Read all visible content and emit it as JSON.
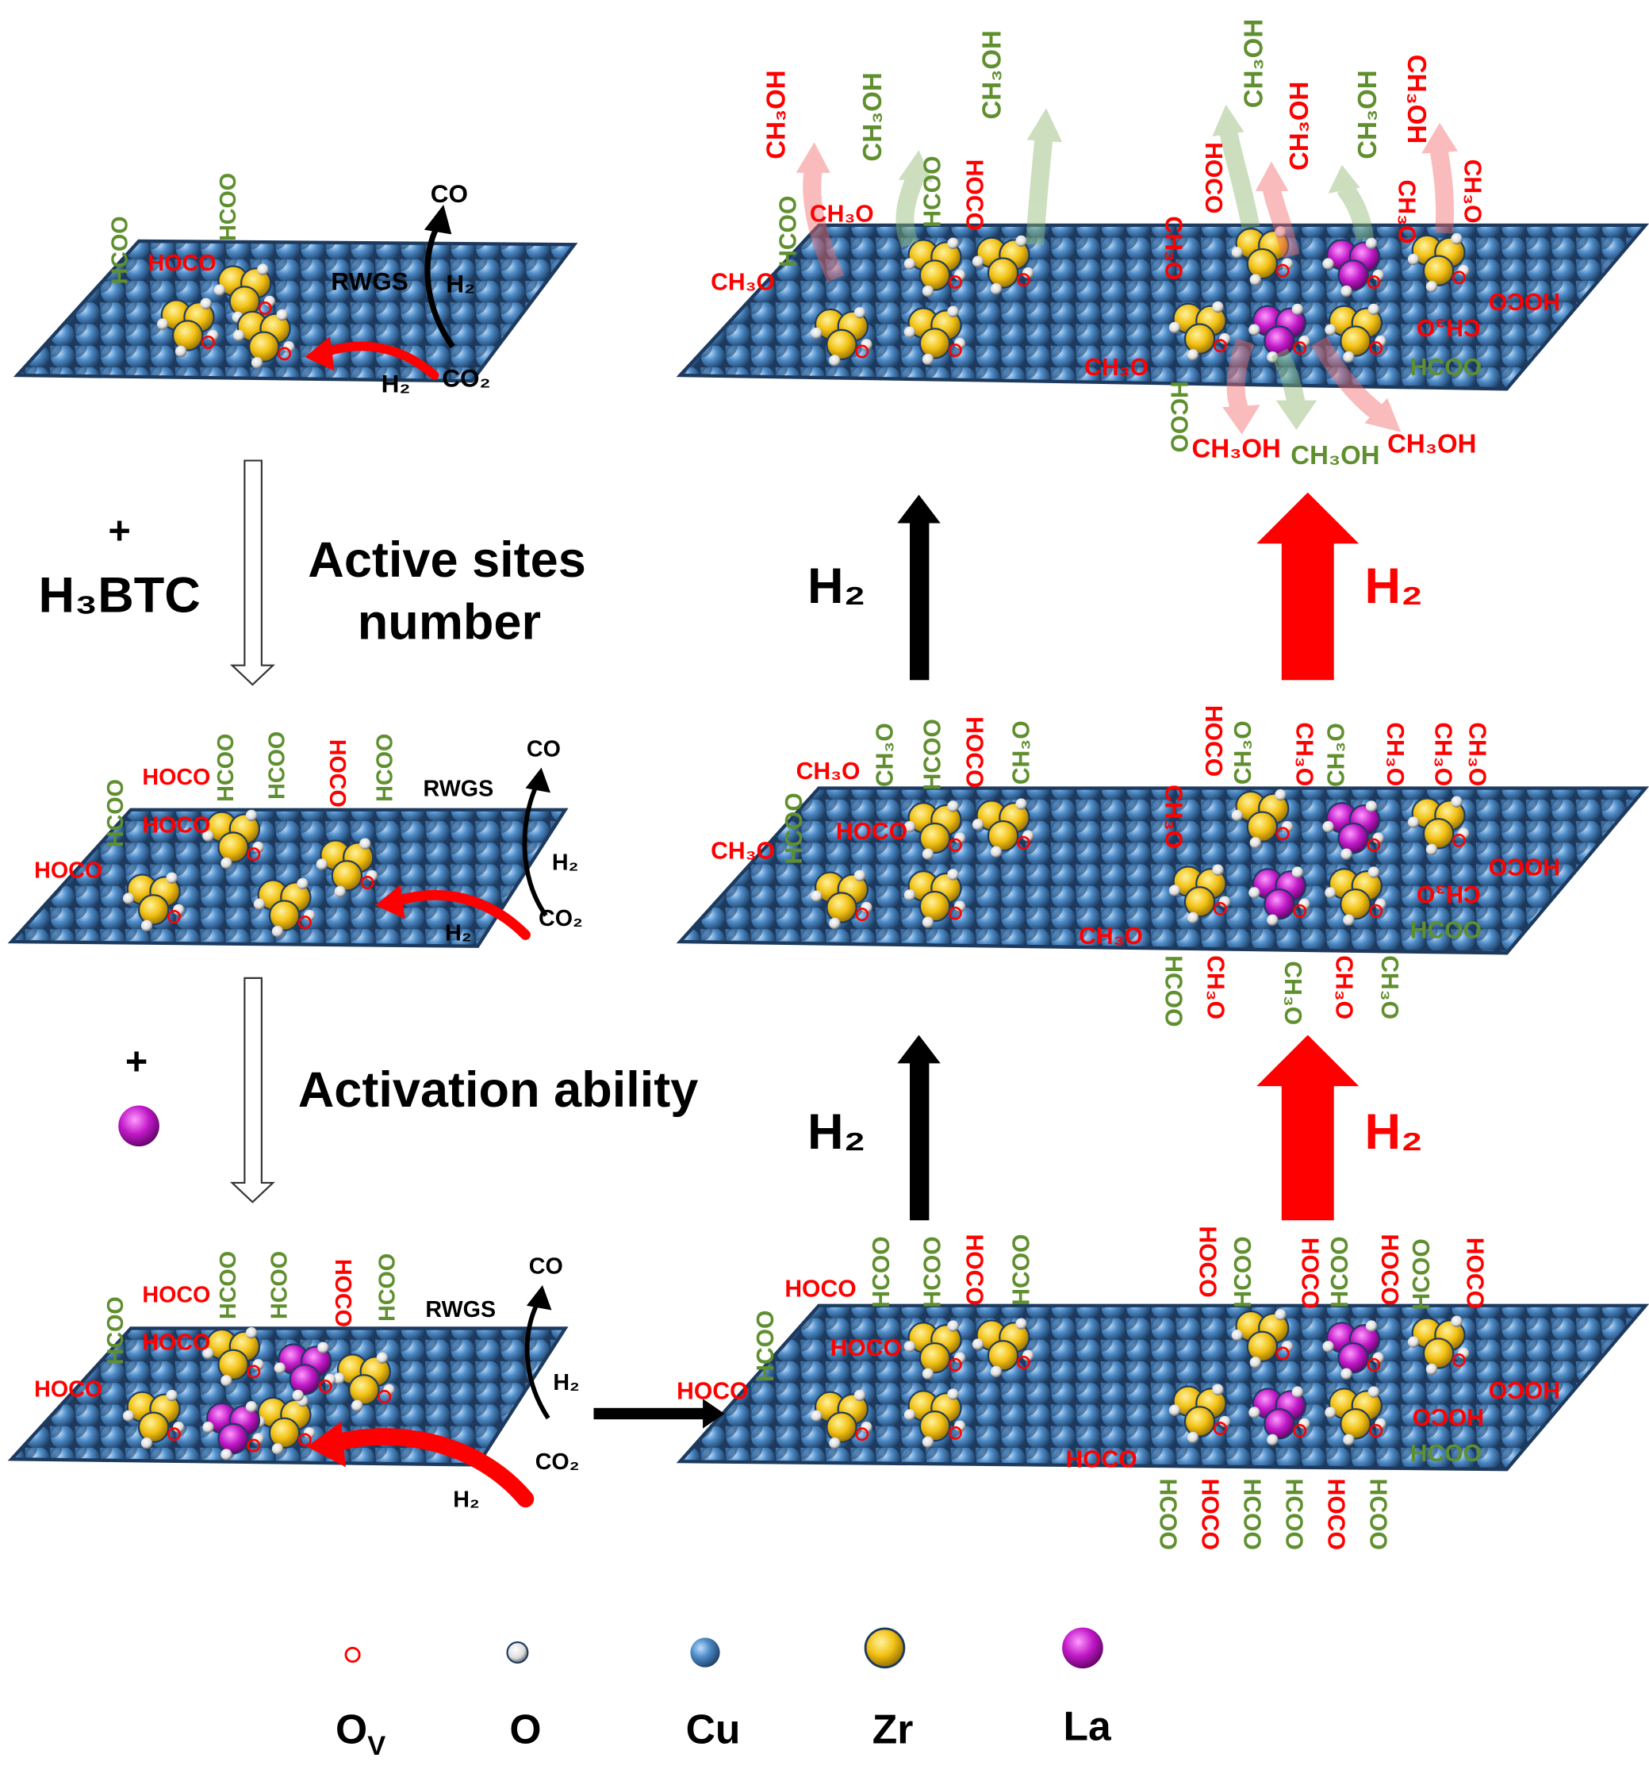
{
  "colors": {
    "red": "#ff0000",
    "green": "#5f8f2f",
    "black": "#000000",
    "cu": "#4a86c0",
    "zr": "#f2c012",
    "la": "#c21ac8"
  },
  "left_panels": [
    {
      "labels": [
        {
          "t": "HCOO",
          "c": "green"
        },
        {
          "t": "HCOO",
          "c": "green"
        },
        {
          "t": "HOCO",
          "c": "red"
        }
      ],
      "co": "CO",
      "rwgs": "RWGS",
      "h2_top": "H₂",
      "co2": "CO₂",
      "h2_bottom": "H₂"
    },
    {
      "labels": [
        {
          "t": "HCOO",
          "c": "green"
        },
        {
          "t": "HCOO",
          "c": "green"
        },
        {
          "t": "HOCO",
          "c": "red"
        },
        {
          "t": "HCOO",
          "c": "green"
        },
        {
          "t": "HOCO",
          "c": "red"
        },
        {
          "t": "HOCO",
          "c": "red"
        },
        {
          "t": "HCOO",
          "c": "green"
        },
        {
          "t": "HOCO",
          "c": "red"
        }
      ],
      "co": "CO",
      "rwgs": "RWGS",
      "h2_top": "H₂",
      "co2": "CO₂",
      "h2_bottom": "H₂"
    },
    {
      "labels": [
        {
          "t": "HCOO",
          "c": "green"
        },
        {
          "t": "HCOO",
          "c": "green"
        },
        {
          "t": "HOCO",
          "c": "red"
        },
        {
          "t": "HCOO",
          "c": "green"
        },
        {
          "t": "HOCO",
          "c": "red"
        },
        {
          "t": "HOCO",
          "c": "red"
        },
        {
          "t": "HCOO",
          "c": "green"
        },
        {
          "t": "HOCO",
          "c": "red"
        }
      ],
      "co": "CO",
      "rwgs": "RWGS",
      "h2_top": "H₂",
      "co2": "CO₂",
      "h2_bottom": "H₂"
    }
  ],
  "right_panels": [
    {
      "labels": [
        {
          "t": "CH₃OH",
          "c": "red"
        },
        {
          "t": "CH₃OH",
          "c": "green"
        },
        {
          "t": "CH₃OH",
          "c": "green"
        },
        {
          "t": "CH₃OH",
          "c": "green"
        },
        {
          "t": "CH₃OH",
          "c": "red"
        },
        {
          "t": "CH₃OH",
          "c": "green"
        },
        {
          "t": "CH₃OH",
          "c": "red"
        },
        {
          "t": "CH₃O",
          "c": "red"
        },
        {
          "t": "CH₃O",
          "c": "red"
        },
        {
          "t": "HCOO",
          "c": "green"
        },
        {
          "t": "HCOO",
          "c": "green"
        },
        {
          "t": "HOCO",
          "c": "red"
        },
        {
          "t": "HOCO",
          "c": "red"
        },
        {
          "t": "CH₃O",
          "c": "red"
        },
        {
          "t": "CH₃O",
          "c": "red"
        },
        {
          "t": "CH₃O",
          "c": "red"
        },
        {
          "t": "HOCO",
          "c": "red"
        },
        {
          "t": "CH₃O",
          "c": "red"
        },
        {
          "t": "HCOO",
          "c": "green"
        },
        {
          "t": "CH₃O",
          "c": "red"
        },
        {
          "t": "HCOO",
          "c": "green"
        },
        {
          "t": "CH₃OH",
          "c": "red"
        },
        {
          "t": "CH₃OH",
          "c": "green"
        },
        {
          "t": "CH₃OH",
          "c": "red"
        }
      ]
    },
    {
      "labels": [
        {
          "t": "CH₃O",
          "c": "green"
        },
        {
          "t": "HCOO",
          "c": "green"
        },
        {
          "t": "HOCO",
          "c": "red"
        },
        {
          "t": "CH₃O",
          "c": "green"
        },
        {
          "t": "CH₃O",
          "c": "red"
        },
        {
          "t": "HOCO",
          "c": "red"
        },
        {
          "t": "CH₃O",
          "c": "red"
        },
        {
          "t": "HCOO",
          "c": "green"
        },
        {
          "t": "HOCO",
          "c": "red"
        },
        {
          "t": "CH₃O",
          "c": "green"
        },
        {
          "t": "CH₃O",
          "c": "red"
        },
        {
          "t": "CH₃O",
          "c": "green"
        },
        {
          "t": "CH₃O",
          "c": "red"
        },
        {
          "t": "CH₃O",
          "c": "red"
        },
        {
          "t": "CH₃O",
          "c": "red"
        },
        {
          "t": "CH₃O",
          "c": "red"
        },
        {
          "t": "HOCO",
          "c": "red"
        },
        {
          "t": "CH₃O",
          "c": "red"
        },
        {
          "t": "HCOO",
          "c": "green"
        },
        {
          "t": "CH₃O",
          "c": "red"
        },
        {
          "t": "HCOO",
          "c": "green"
        },
        {
          "t": "CH₃O",
          "c": "red"
        },
        {
          "t": "CH₃O",
          "c": "green"
        },
        {
          "t": "CH₃O",
          "c": "red"
        },
        {
          "t": "CH₃O",
          "c": "green"
        }
      ]
    },
    {
      "labels": [
        {
          "t": "HCOO",
          "c": "green"
        },
        {
          "t": "HCOO",
          "c": "green"
        },
        {
          "t": "HOCO",
          "c": "red"
        },
        {
          "t": "HCOO",
          "c": "green"
        },
        {
          "t": "HOCO",
          "c": "red"
        },
        {
          "t": "HCOO",
          "c": "green"
        },
        {
          "t": "HOCO",
          "c": "red"
        },
        {
          "t": "HOCO",
          "c": "red"
        },
        {
          "t": "HOCO",
          "c": "red"
        },
        {
          "t": "HCOO",
          "c": "green"
        },
        {
          "t": "HOCO",
          "c": "red"
        },
        {
          "t": "HCOO",
          "c": "green"
        },
        {
          "t": "HOCO",
          "c": "red"
        },
        {
          "t": "HCOO",
          "c": "green"
        },
        {
          "t": "HOCO",
          "c": "red"
        },
        {
          "t": "HOCO",
          "c": "red"
        },
        {
          "t": "HOCO",
          "c": "red"
        },
        {
          "t": "HCOO",
          "c": "green"
        },
        {
          "t": "HOCO",
          "c": "red"
        },
        {
          "t": "HCOO",
          "c": "green"
        },
        {
          "t": "HOCO",
          "c": "red"
        },
        {
          "t": "HCOO",
          "c": "green"
        },
        {
          "t": "HCOO",
          "c": "green"
        },
        {
          "t": "HOCO",
          "c": "red"
        },
        {
          "t": "HCOO",
          "c": "green"
        }
      ]
    }
  ],
  "steps": {
    "plus1": "+",
    "reagent1": "H₃BTC",
    "effect1_line1": "Active sites",
    "effect1_line2": "number",
    "plus2": "+",
    "effect2": "Activation ability"
  },
  "h2_arrows": {
    "black_upper": "H₂",
    "red_upper": "H₂",
    "black_lower": "H₂",
    "red_lower": "H₂"
  },
  "legend": [
    {
      "main": "O",
      "sub": "V"
    },
    {
      "main": "O",
      "sub": ""
    },
    {
      "main": "Cu",
      "sub": ""
    },
    {
      "main": "Zr",
      "sub": ""
    },
    {
      "main": "La",
      "sub": ""
    }
  ]
}
